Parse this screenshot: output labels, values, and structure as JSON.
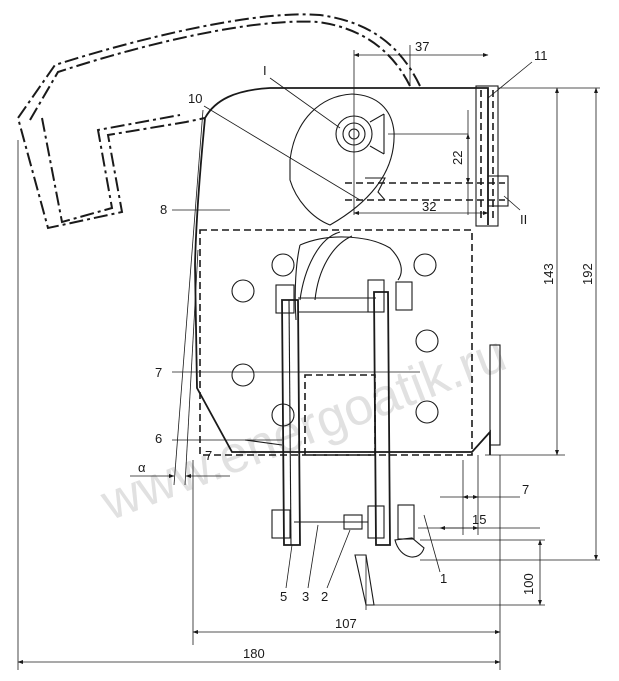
{
  "labels": {
    "part_1": "1",
    "part_2": "2",
    "part_3": "3",
    "part_5": "5",
    "part_6": "6",
    "part_7": "7",
    "part_8": "8",
    "part_10": "10",
    "part_11": "11",
    "view_I": "I",
    "view_II": "II",
    "angle_alpha": "α"
  },
  "dimensions": {
    "d37": "37",
    "d22": "22",
    "d32": "32",
    "d143": "143",
    "d192": "192",
    "d7_right": "7",
    "d7_left": "7",
    "d15": "15",
    "d100": "100",
    "d107": "107",
    "d180": "180"
  },
  "watermark": "www.energoatik.ru"
}
